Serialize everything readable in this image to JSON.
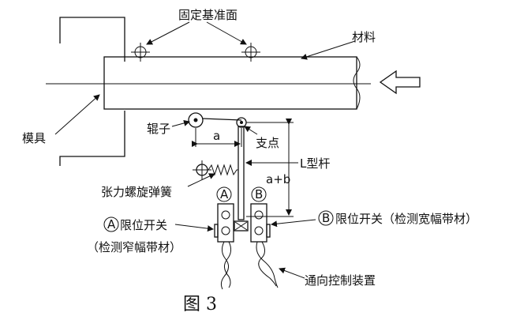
{
  "labels": {
    "reference_surface": "固定基准面",
    "material": "材料",
    "die": "模具",
    "roller": "辊子",
    "pivot": "支点",
    "dim_a": "a",
    "dim_ab": "a+b",
    "l_lever": "L型杆",
    "tension_spring": "张力螺旋弹簧",
    "switch_a_marker": "A",
    "switch_b_marker": "B",
    "switch_a_desc": "限位开关",
    "switch_a_note": "（检测窄幅带材）",
    "switch_b_desc": "限位开关（检测宽幅带材）",
    "control_device": "通向控制装置",
    "figure": "图  3"
  },
  "colors": {
    "line": "#111111",
    "background": "#ffffff"
  }
}
